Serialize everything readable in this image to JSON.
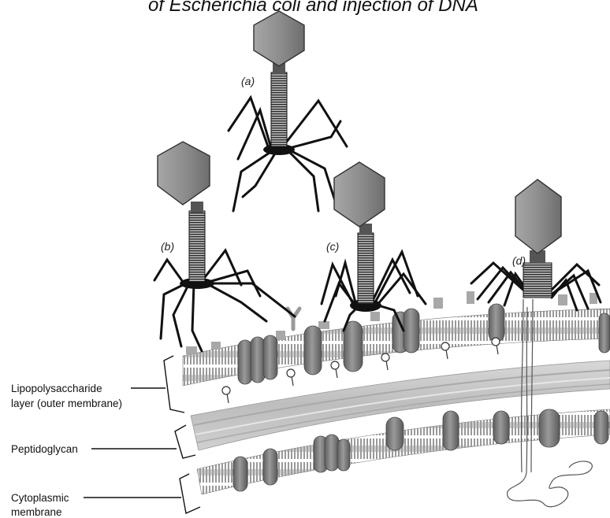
{
  "title": "of Escherichia coli and injection of DNA",
  "stages": [
    {
      "id": "a",
      "label": "(a)"
    },
    {
      "id": "b",
      "label": "(b)"
    },
    {
      "id": "c",
      "label": "(c)"
    },
    {
      "id": "d",
      "label": "(d)"
    }
  ],
  "layers": {
    "lps": {
      "line1": "Lipopolysaccharide",
      "line2": "layer (outer membrane)"
    },
    "peptidoglycan": {
      "label": "Peptidoglycan"
    },
    "cytoplasmic": {
      "line1": "Cytoplasmic",
      "line2": "membrane"
    }
  },
  "colors": {
    "head": "#8f8f8f",
    "membrane": "#b9b9b9",
    "protein": "#7d7d7d",
    "peptidoglycan": "#c8c8c8",
    "ink": "#111111"
  }
}
